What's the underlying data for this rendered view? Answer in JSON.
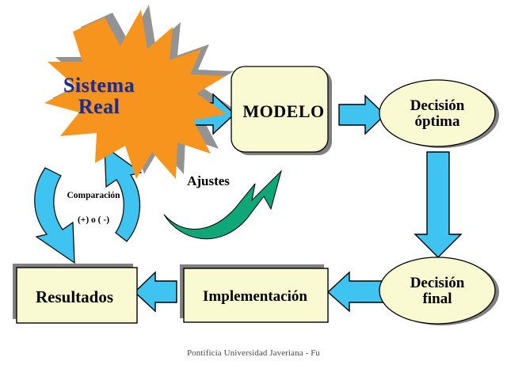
{
  "diagram": {
    "title": "Sistema Real - Modelo - Decisión (ciclo de modelado)",
    "colors": {
      "starburst_fill": "#F7941E",
      "starburst_text": "#1F2B8F",
      "node_fill": "#FAFAD2",
      "node_stroke": "#000000",
      "shadow": "#808080",
      "arrow_blue": "#3FC3F0",
      "arrow_green": "#0FA678",
      "text": "#000000"
    },
    "nodes": [
      {
        "id": "sistema-real",
        "label": "Sistema\nReal",
        "shape": "starburst",
        "fill": "#F7941E",
        "text_color": "#1F2B8F"
      },
      {
        "id": "modelo",
        "label": "MODELO",
        "shape": "rounded-rect",
        "fill": "#FAFAD2",
        "text_color": "#000000"
      },
      {
        "id": "decision-optima",
        "label": "Decisión\nóptima",
        "shape": "ellipse",
        "fill": "#FAFAD2",
        "text_color": "#000000"
      },
      {
        "id": "decision-final",
        "label": "Decisión\nfinal",
        "shape": "ellipse",
        "fill": "#FAFAD2",
        "text_color": "#000000"
      },
      {
        "id": "implementacion",
        "label": "Implementación",
        "shape": "rect",
        "fill": "#FAFAD2",
        "text_color": "#000000"
      },
      {
        "id": "resultados",
        "label": "Resultados",
        "shape": "rect",
        "fill": "#FAFAD2",
        "text_color": "#000000"
      }
    ],
    "connectors": [
      {
        "id": "arrow-sistema-to-modelo",
        "from": "sistema-real",
        "to": "modelo",
        "direction": "right",
        "color": "#3FC3F0",
        "label": ""
      },
      {
        "id": "arrow-modelo-to-decision-optima",
        "from": "modelo",
        "to": "decision-optima",
        "direction": "right",
        "color": "#3FC3F0",
        "label": ""
      },
      {
        "id": "arrow-decision-optima-to-decision-final",
        "from": "decision-optima",
        "to": "decision-final",
        "direction": "down",
        "color": "#3FC3F0",
        "label": ""
      },
      {
        "id": "arrow-decision-final-to-implementacion",
        "from": "decision-final",
        "to": "implementacion",
        "direction": "left",
        "color": "#3FC3F0",
        "label": ""
      },
      {
        "id": "arrow-implementacion-to-resultados",
        "from": "implementacion",
        "to": "resultados",
        "direction": "left",
        "color": "#3FC3F0",
        "label": ""
      },
      {
        "id": "cycle-arrows-comparacion",
        "from": "resultados",
        "to": "sistema-real",
        "direction": "circular",
        "color": "#3FC3F0",
        "label": "Comparación\n(+)  o ( -)"
      },
      {
        "id": "arrow-ajustes-to-modelo",
        "from": "comparacion",
        "to": "modelo",
        "direction": "curved-up-right",
        "color": "#0FA678",
        "label": "Ajustes"
      }
    ],
    "annotations": [
      {
        "id": "ajustes",
        "text": "Ajustes"
      },
      {
        "id": "comparacion",
        "line1": "Comparación",
        "line2": "(+)  o ( -)"
      }
    ]
  },
  "footer": {
    "text": "Pontificia Universidad Javeriana - Fu"
  }
}
